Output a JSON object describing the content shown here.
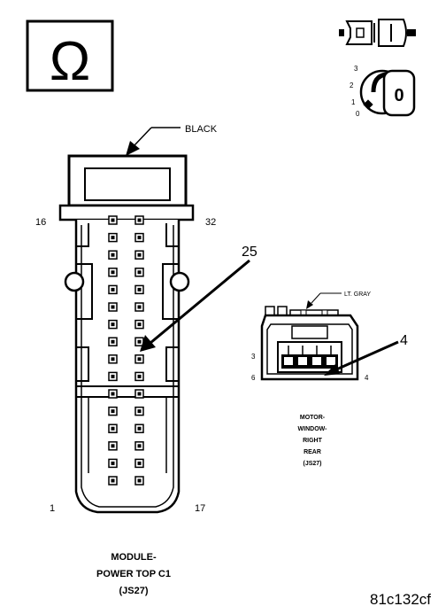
{
  "symbol": {
    "name": "ohm-icon",
    "glyph": "Ω"
  },
  "key_switch": {
    "positions": [
      "0",
      "1",
      "2",
      "3"
    ],
    "key_digit": "0"
  },
  "main_connector": {
    "color_label": "BLACK",
    "pin_labels": {
      "top_left": "16",
      "top_right": "32",
      "bottom_left": "1",
      "bottom_right": "17"
    },
    "callout_pin": "25",
    "pins_per_column": 16,
    "caption_lines": [
      "MODULE-",
      "POWER TOP C1",
      "(JS27)"
    ]
  },
  "small_connector": {
    "color_label": "LT. GRAY",
    "pin_labels": {
      "left_top": "3",
      "left_bottom": "6",
      "right_bottom": "4"
    },
    "callout_pin": "4",
    "caption_lines": [
      "MOTOR-",
      "WINDOW-",
      "RIGHT",
      "REAR",
      "(JS27)"
    ]
  },
  "figure_id": "81c132cf",
  "colors": {
    "ink": "#000000",
    "paper": "#ffffff"
  }
}
